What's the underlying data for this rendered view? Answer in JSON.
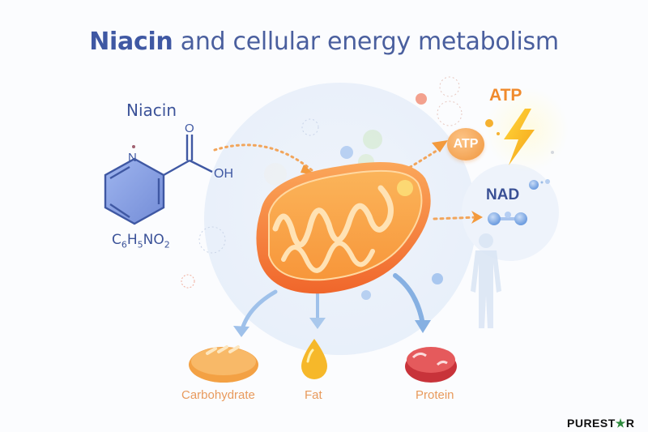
{
  "title": {
    "bold": "Niacin",
    "rest": " and cellular energy metabolism"
  },
  "molecule": {
    "name": "Niacin",
    "atoms": {
      "nitrogen": "N",
      "oxygen": "O",
      "hydroxyl": "OH"
    },
    "formula": {
      "c": "C",
      "c_n": "6",
      "h": "H",
      "h_n": "5",
      "n": "N",
      "o": "O",
      "o_n": "2"
    }
  },
  "outputs": {
    "atp_label": "ATP",
    "atp_ball": "ATP",
    "nad_label": "NAD"
  },
  "foods": [
    {
      "label": "Carbohydrate",
      "icon": "bread-icon"
    },
    {
      "label": "Fat",
      "icon": "oil-drop-icon"
    },
    {
      "label": "Protein",
      "icon": "steak-icon"
    }
  ],
  "logo": {
    "text_a": "PUREST",
    "star": "★",
    "text_b": "R"
  },
  "colors": {
    "title": "#3f58a3",
    "accent_orange": "#f08a2c",
    "food_label": "#e89a5c",
    "arrow_blue": "#8fb6e4",
    "logo_star": "#2e8b3d"
  }
}
